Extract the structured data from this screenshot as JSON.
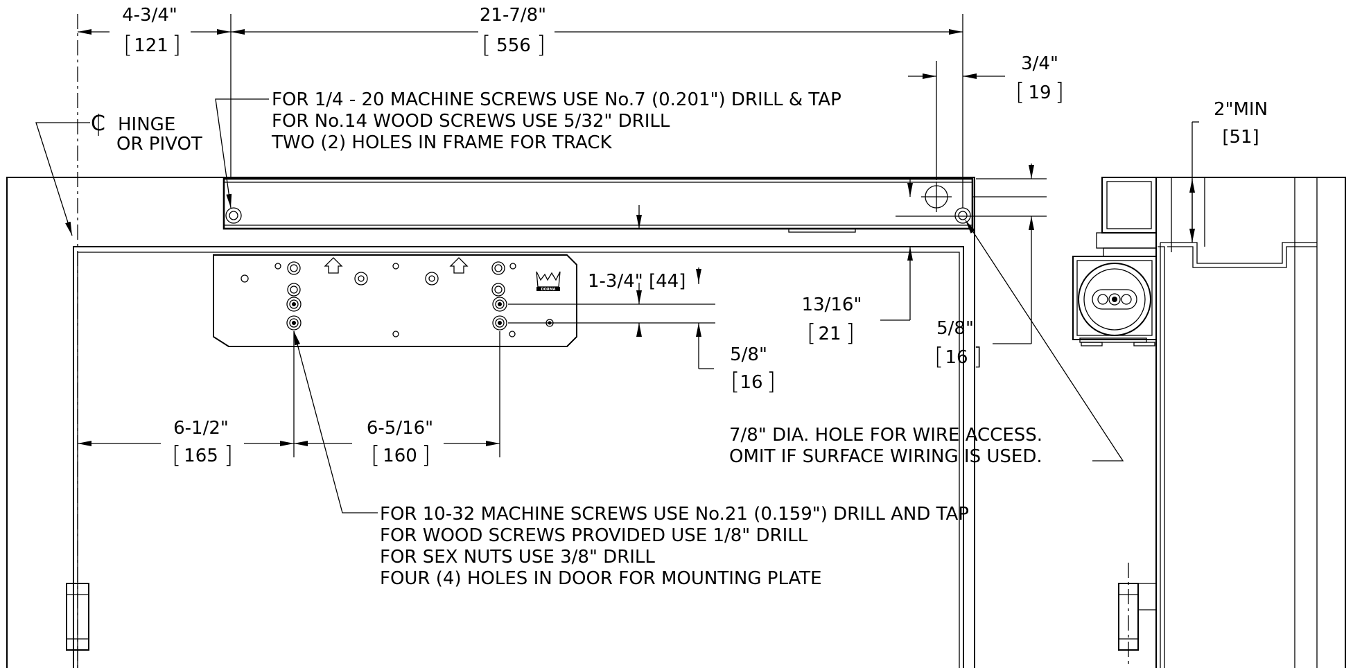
{
  "dimensions": {
    "d_4_3_4": {
      "imperial": "4-3/4\"",
      "metric": "121"
    },
    "d_21_7_8": {
      "imperial": "21-7/8\"",
      "metric": "556"
    },
    "d_3_4": {
      "imperial": "3/4\"",
      "metric": "19"
    },
    "d_2_min": {
      "imperial": "2\"MIN",
      "metric": "[51]"
    },
    "d_1_3_4": {
      "label": "1-3/4\" [44]"
    },
    "d_13_16": {
      "imperial": "13/16\"",
      "metric": "21"
    },
    "d_5_8_right": {
      "imperial": "5/8\"",
      "metric": "16"
    },
    "d_5_8_plate": {
      "imperial": "5/8\"",
      "metric": "16"
    },
    "d_6_1_2": {
      "imperial": "6-1/2\"",
      "metric": "165"
    },
    "d_6_5_16": {
      "imperial": "6-5/16\"",
      "metric": "160"
    }
  },
  "hinge_label": {
    "line1": "HINGE",
    "line2": "OR PIVOT",
    "symbol": "centerline-symbol"
  },
  "notes": {
    "track": [
      "FOR 1/4 - 20 MACHINE SCREWS USE No.7 (0.201\") DRILL & TAP",
      "FOR No.14 WOOD SCREWS USE 5/32\" DRILL",
      "TWO (2) HOLES IN FRAME FOR TRACK"
    ],
    "wire": [
      "7/8\" DIA. HOLE FOR WIRE ACCESS.",
      "OMIT IF SURFACE WIRING IS USED."
    ],
    "plate": [
      "FOR 10-32 MACHINE SCREWS USE No.21 (0.159\") DRILL AND TAP",
      "FOR WOOD SCREWS PROVIDED USE 1/8\" DRILL",
      "FOR SEX NUTS USE 3/8\" DRILL",
      "FOUR (4) HOLES IN DOOR FOR MOUNTING PLATE"
    ]
  },
  "logo": {
    "text": "DORMA"
  }
}
